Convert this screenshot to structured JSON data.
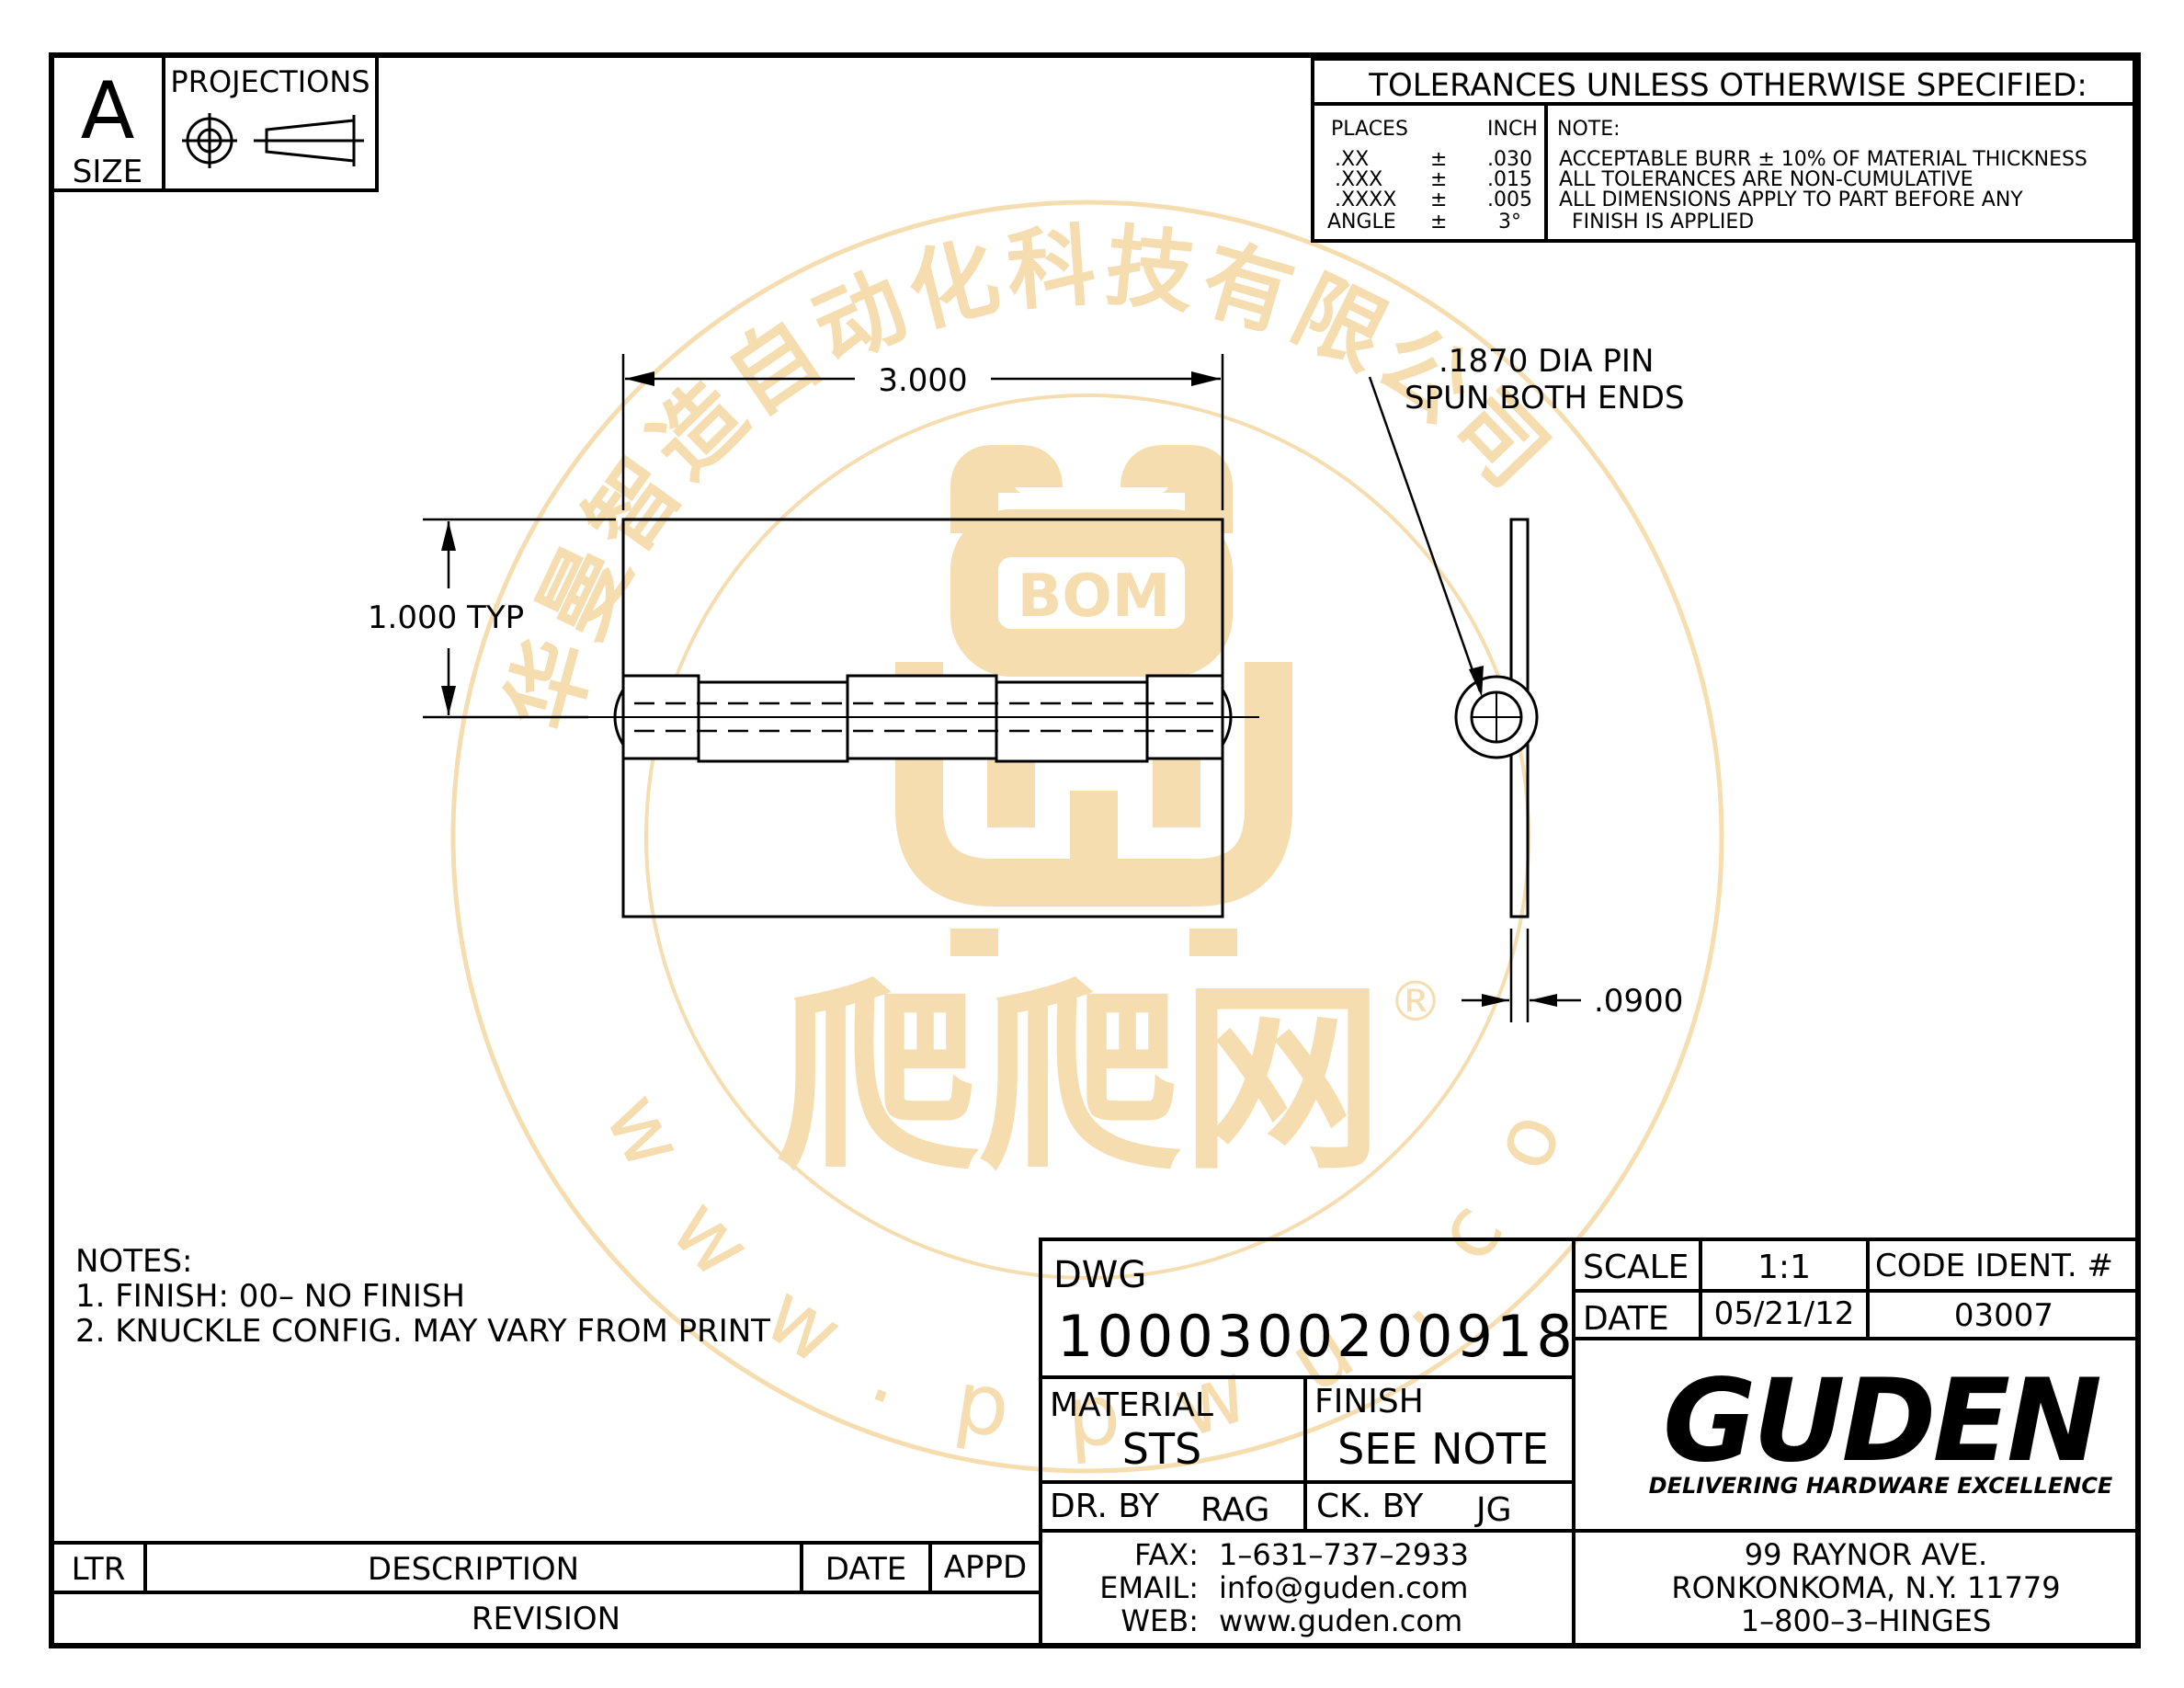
{
  "size_block": {
    "letter": "A",
    "label": "SIZE",
    "projections_label": "PROJECTIONS"
  },
  "tolerances": {
    "title": "TOLERANCES UNLESS OTHERWISE SPECIFIED:",
    "places_header": "PLACES",
    "inch_header": "INCH",
    "note_header": "NOTE:",
    "rows": [
      {
        "place": ".XX",
        "pm": "±",
        "value": ".030"
      },
      {
        "place": ".XXX",
        "pm": "±",
        "value": ".015"
      },
      {
        "place": ".XXXX",
        "pm": "±",
        "value": ".005"
      },
      {
        "place": "ANGLE",
        "pm": "±",
        "value": "3°"
      }
    ],
    "notes": [
      "ACCEPTABLE BURR ± 10% OF MATERIAL THICKNESS",
      "ALL TOLERANCES ARE NON-CUMULATIVE",
      "ALL DIMENSIONS APPLY TO PART BEFORE ANY",
      "FINISH IS APPLIED"
    ]
  },
  "dimensions": {
    "width": "3.000",
    "height": "1.000 TYP",
    "pin_line1": ".1870 DIA PIN",
    "pin_line2": "SPUN BOTH ENDS",
    "thickness": ".0900"
  },
  "notes": {
    "title": "NOTES:",
    "items": [
      "1. FINISH: 00– NO FINISH",
      "2. KNUCKLE CONFIG. MAY VARY FROM PRINT"
    ]
  },
  "title_block": {
    "dwg_label": "DWG",
    "dwg_number": "1000300200918",
    "scale_label": "SCALE",
    "scale_value": "1:1",
    "code_label": "CODE IDENT. #",
    "date_label": "DATE",
    "date_value": "05/21/12",
    "code_value": "03007",
    "material_label": "MATERIAL",
    "material_value": "STS",
    "finish_label": "FINISH",
    "finish_value": "SEE NOTE",
    "dr_label": "DR. BY",
    "dr_value": "RAG",
    "ck_label": "CK. BY",
    "ck_value": "JG",
    "company_logo": "GUDEN",
    "tagline": "DELIVERING HARDWARE EXCELLENCE",
    "fax_label": "FAX:",
    "fax_value": "1–631–737–2933",
    "email_label": "EMAIL:",
    "email_value": "info@guden.com",
    "web_label": "WEB:",
    "web_value": "www.guden.com",
    "address1": "99 RAYNOR AVE.",
    "address2": "RONKONKOMA, N.Y. 11779",
    "address3": "1–800–3–HINGES"
  },
  "revision": {
    "ltr": "LTR",
    "description": "DESCRIPTION",
    "date": "DATE",
    "appd": "APPD",
    "label": "REVISION"
  },
  "watermark": {
    "arc_text": "华曼智造自动化科技有限公司",
    "logo_text": "BOM",
    "brand": "爬爬网",
    "registered": "®",
    "url": "www.ppwu.com",
    "color": "#f5dcab"
  },
  "colors": {
    "line": "#000000",
    "watermark": "#f5dcab"
  }
}
